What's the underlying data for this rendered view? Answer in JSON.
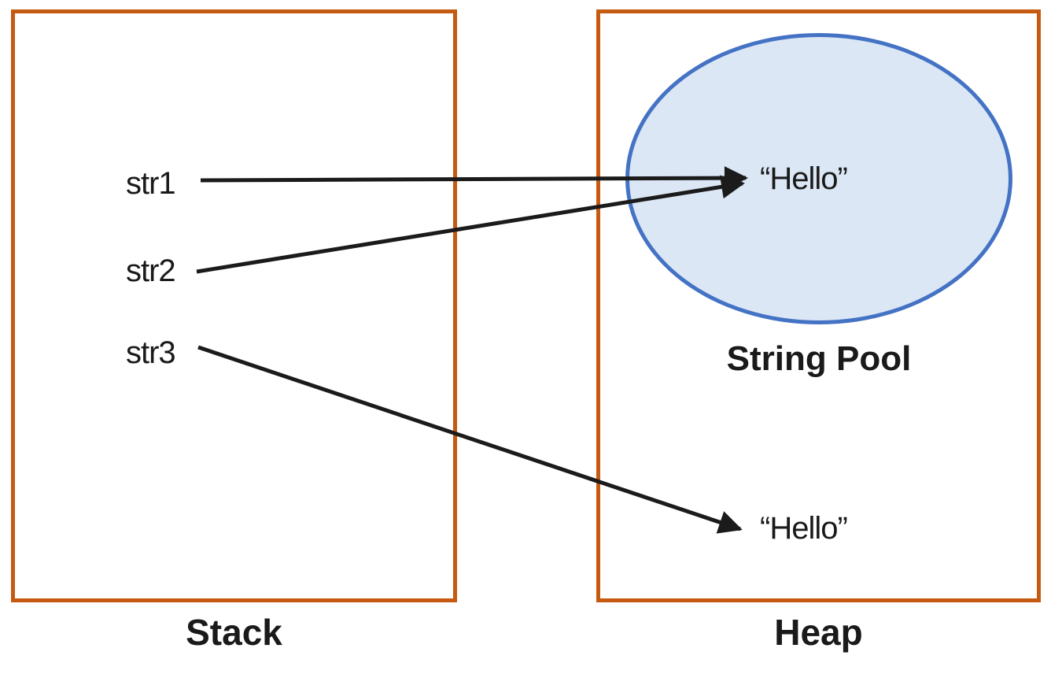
{
  "diagram": {
    "stack": {
      "label": "Stack",
      "variables": [
        {
          "name": "str1"
        },
        {
          "name": "str2"
        },
        {
          "name": "str3"
        }
      ]
    },
    "heap": {
      "label": "Heap",
      "string_pool": {
        "label": "String Pool",
        "value": "“Hello”"
      },
      "heap_object": {
        "value": "“Hello”"
      }
    },
    "edges": [
      {
        "from": "str1",
        "to": "string-pool-hello"
      },
      {
        "from": "str2",
        "to": "string-pool-hello"
      },
      {
        "from": "str3",
        "to": "heap-hello"
      }
    ]
  },
  "colors": {
    "box_border": "#C55A11",
    "ellipse_border": "#4472C4",
    "ellipse_fill": "#DCE7F5",
    "arrow": "#1b1b1b",
    "text": "#1a1a1a"
  }
}
